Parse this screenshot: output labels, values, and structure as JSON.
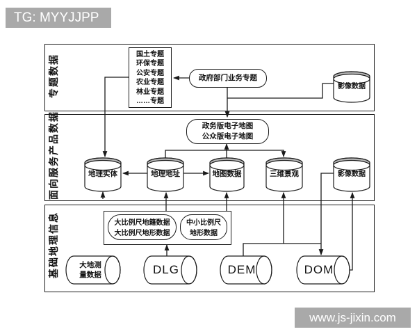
{
  "watermarks": {
    "top_left": "TG: MYYJJPP",
    "bottom_right": "www.js-jixin.com"
  },
  "colors": {
    "watermark_bg": "#a9a9a9",
    "watermark_text": "#ffffff",
    "line": "#1a1a1a",
    "cylinder_band": "#b8b8b8",
    "background": "#ffffff"
  },
  "sections": {
    "thematic": {
      "label": "专题数据",
      "topics": [
        "国土专题",
        "环保专题",
        "公安专题",
        "农业专题",
        "林业专题",
        "……专题"
      ],
      "gov_business": "政府部门业务专题",
      "image_data": "影像数据"
    },
    "service_products": {
      "label": "面向服务产品数据",
      "emap_line1": "政务版电子地图",
      "emap_line2": "公众版电子地图",
      "geo_entity": "地理实体",
      "geo_address": "地理地址",
      "map_data": "地图数据",
      "scene_3d": "三维景观",
      "image_data": "影像数据"
    },
    "base_geo": {
      "label": "基础地理信息",
      "large_scale_line1": "大比例尺地籍数据",
      "large_scale_line2": "大比例尺地形数据",
      "mid_scale_line1": "中小比例尺",
      "mid_scale_line2": "地形数据",
      "geodetic_line1": "大地测",
      "geodetic_line2": "量数据",
      "dlg": "DLG",
      "dem": "DEM",
      "dom": "DOM"
    }
  }
}
